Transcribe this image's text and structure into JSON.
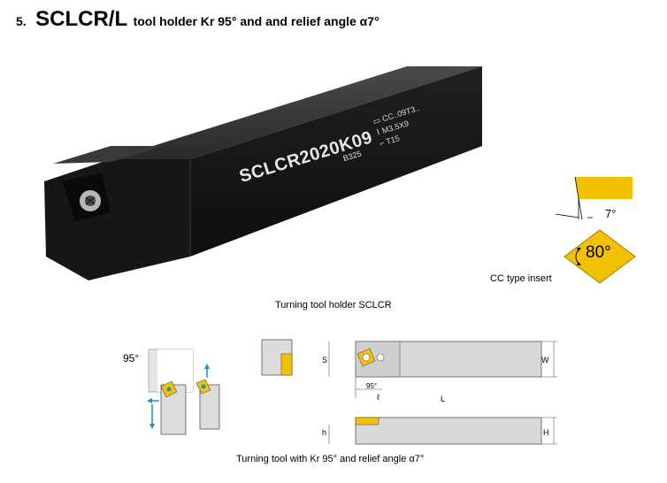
{
  "title": {
    "number": "5.",
    "code": "SCLCR/L",
    "description": "tool holder Kr 95° and and relief angle α7°"
  },
  "tool_marking": {
    "model": "SCLCR2020K09",
    "grade": "B325",
    "insert": "CC..09T3..",
    "screw": "M3.5X9",
    "key": "T15"
  },
  "insert_info": {
    "relief_angle": "7°",
    "nose_angle": "80°",
    "caption": "CC type insert"
  },
  "photo_caption": "Turning tool holder SCLCR",
  "drawing": {
    "angle_main": "95°",
    "angle_small": "95°",
    "label_s": "S",
    "label_w": "W",
    "label_l": "L",
    "label_l1": "ℓ",
    "label_h": "h",
    "label_H": "H"
  },
  "drawing_caption": "Turning tool with Kr 95° and relief angle α7°",
  "colors": {
    "insert_gold": "#f2c200",
    "holder_body": "#1e1e1e",
    "drawing_gray": "#d9d9d9",
    "arrow_blue": "#1e8fd0"
  }
}
